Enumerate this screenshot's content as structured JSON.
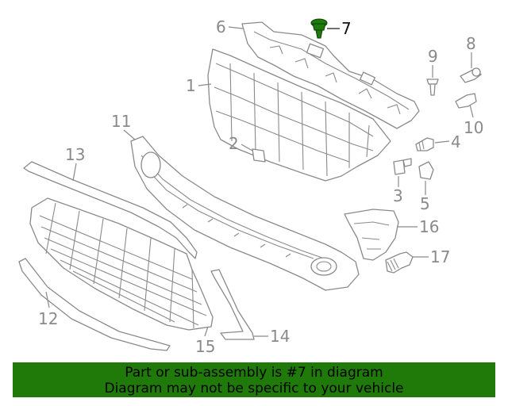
{
  "diagram": {
    "callouts": [
      {
        "id": "c1",
        "label": "1"
      },
      {
        "id": "c2",
        "label": "2"
      },
      {
        "id": "c3",
        "label": "3"
      },
      {
        "id": "c4",
        "label": "4"
      },
      {
        "id": "c5",
        "label": "5"
      },
      {
        "id": "c6",
        "label": "6"
      },
      {
        "id": "c7",
        "label": "7"
      },
      {
        "id": "c8",
        "label": "8"
      },
      {
        "id": "c9",
        "label": "9"
      },
      {
        "id": "c10",
        "label": "10"
      },
      {
        "id": "c11",
        "label": "11"
      },
      {
        "id": "c12",
        "label": "12"
      },
      {
        "id": "c13",
        "label": "13"
      },
      {
        "id": "c14",
        "label": "14"
      },
      {
        "id": "c15",
        "label": "15"
      },
      {
        "id": "c16",
        "label": "16"
      },
      {
        "id": "c17",
        "label": "17"
      }
    ],
    "highlighted_part": "7",
    "colors": {
      "line": "#8a8a8a",
      "highlight_part": "#1e7a0a",
      "highlight_text": "#111111",
      "banner_bg": "#1f7a0a"
    }
  },
  "banner": {
    "line1": "Part or sub-assembly is #7 in diagram",
    "line2": "Diagram may not be specific to your vehicle"
  }
}
